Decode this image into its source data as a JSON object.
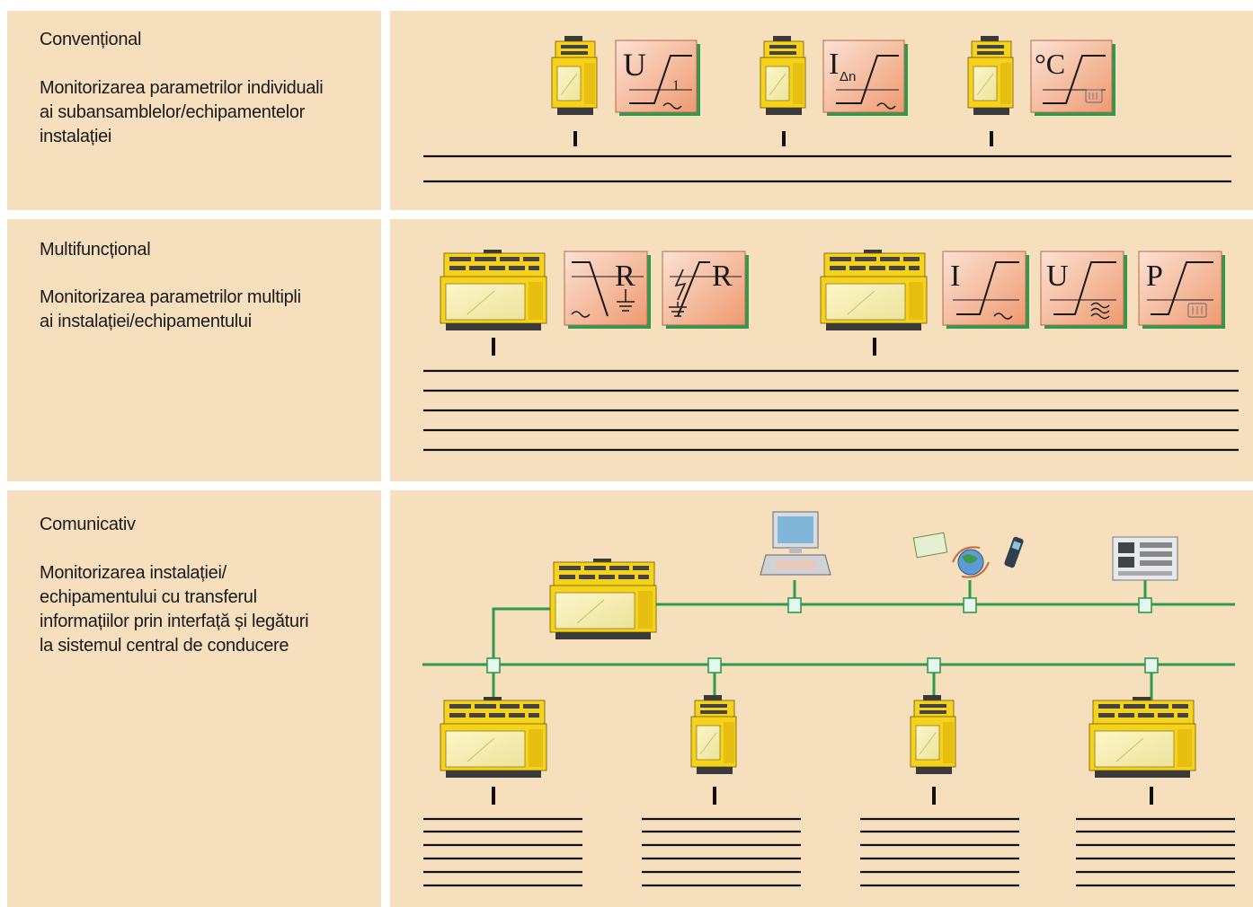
{
  "rows": [
    {
      "title": "Convențional",
      "description": [
        "Monitorizarea parametrilor individuali",
        "ai subansamblelor/echipamentelor",
        "instalației"
      ]
    },
    {
      "title": "Multifuncțional",
      "description": [
        "Monitorizarea parametrilor multipli",
        "ai instalației/echipamentului"
      ]
    },
    {
      "title": "Comunicativ",
      "description": [
        "Monitorizarea instalației/",
        "echipamentului cu transferul",
        "informațiilor prin interfață și legături",
        "la sistemul central de conducere"
      ]
    }
  ],
  "icons": {
    "row1": [
      {
        "letter": "U",
        "sub": "1",
        "type": "voltage-relay-icon"
      },
      {
        "letter": "I",
        "sub": "Δn",
        "type": "residual-current-relay-icon"
      },
      {
        "letter": "°C",
        "sub": "",
        "type": "temperature-relay-icon"
      }
    ],
    "row2": [
      {
        "letter": "R",
        "type": "insulation-resistance-icon"
      },
      {
        "letter": "R",
        "type": "earth-fault-icon"
      },
      {
        "letter": "I",
        "type": "current-relay-icon"
      },
      {
        "letter": "U",
        "type": "voltage-relay-icon"
      },
      {
        "letter": "P",
        "type": "power-relay-icon"
      }
    ]
  },
  "colors": {
    "cell_background": "#f6dfbd",
    "device_yellow": "#f7d21b",
    "icon_background": "#f2a57e",
    "bus_green": "#2e9a4e"
  }
}
